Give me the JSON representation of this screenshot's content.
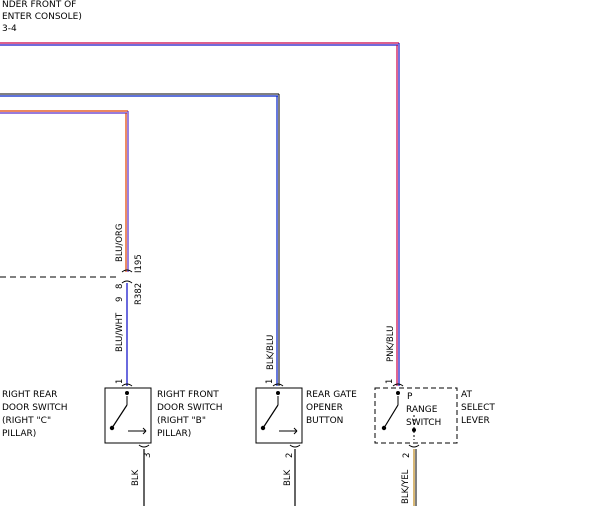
{
  "header": {
    "line1": "NDER FRONT OF",
    "line2": "ENTER CONSOLE)",
    "line3": "3-4"
  },
  "colors": {
    "pnk_blu_top": "#c8004a",
    "pnk_blu_bottom": "#1a14c8",
    "blu_org_top": "#e04000",
    "blu_org_bottom": "#5a2cc8",
    "blk_blu": "#0020c8",
    "blu_wht": "#2a2ad0",
    "blk_yel": "#c89a3c",
    "black": "#000000"
  },
  "connector": {
    "pin_top": "8",
    "pin_bottom": "9",
    "id": "R382",
    "part": "I195"
  },
  "wires": {
    "blu_org": "BLU/ORG",
    "blu_wht": "BLU/WHT",
    "blk_blu": "BLK/BLU",
    "pnk_blu": "PNK/BLU",
    "blk_1": "BLK",
    "blk_2": "BLK",
    "blk_yel": "BLK/YEL"
  },
  "switches": [
    {
      "pin_top": "1",
      "pin_bottom": "3",
      "label_lines": [
        "RIGHT FRONT",
        "DOOR SWITCH",
        "(RIGHT \"B\"",
        "PILLAR)"
      ]
    },
    {
      "pin_top": "1",
      "pin_bottom": "2",
      "label_lines": [
        "REAR GATE",
        "OPENER",
        "BUTTON"
      ]
    },
    {
      "pin_top": "1",
      "pin_bottom": "2",
      "inner_lines": [
        "P",
        "RANGE",
        "SWITCH"
      ],
      "label_lines": [
        "AT",
        "SELECT",
        "LEVER"
      ]
    }
  ],
  "left_switch_label": [
    "RIGHT REAR",
    "DOOR SWITCH",
    "(RIGHT \"C\"",
    "PILLAR)"
  ]
}
